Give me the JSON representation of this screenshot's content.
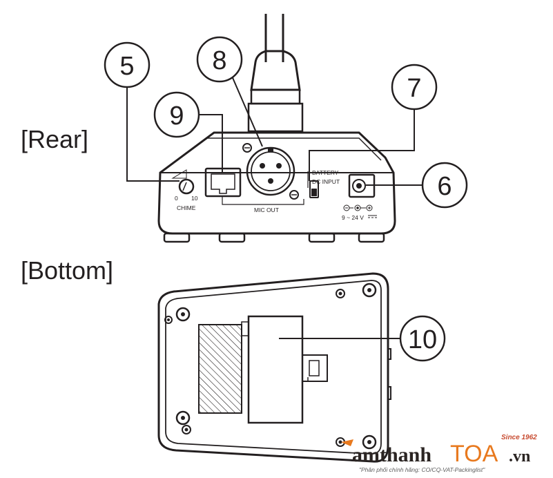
{
  "sections": {
    "rear": "[Rear]",
    "bottom": "[Bottom]"
  },
  "callouts": [
    "5",
    "8",
    "9",
    "7",
    "6",
    "10"
  ],
  "panel_labels": {
    "chime": "CHIME",
    "chime_min": "0",
    "chime_max": "10",
    "mic_out": "MIC OUT",
    "battery": "BATTERY",
    "dc_input": "DC INPUT",
    "voltage": "9 ~ 24 V"
  },
  "watermark": {
    "brand": "amthanh",
    "brand_accent": "TOA",
    "suffix": ".vn",
    "since": "Since 1962",
    "tagline": "\"Phân phối chính hãng: CO/CQ-VAT-Packinglist\""
  },
  "colors": {
    "line": "#231f20",
    "accent": "#e8791e"
  }
}
